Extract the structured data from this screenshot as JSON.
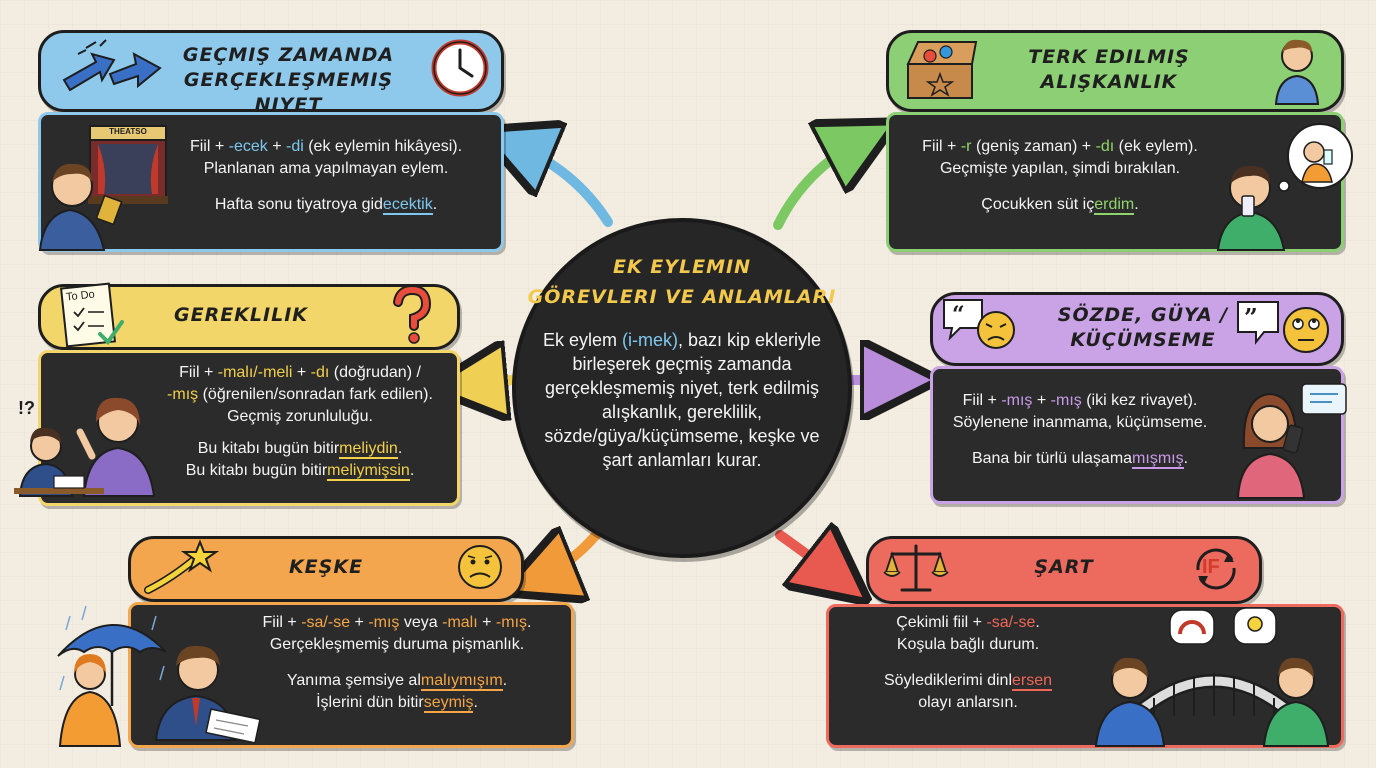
{
  "center": {
    "title": "EK EYLEMIN\nGÖREVLERI VE ANLAMLARI",
    "body_pre": "Ek eylem ",
    "body_hl": "(i-mek)",
    "body_post": ", bazı kip ekleriyle birleşerek geçmiş zamanda gerçekleşmemiş niyet, terk edilmiş alışkanlık, gereklilik, sözde/güya/küçümseme, keşke ve şart anlamları kurar."
  },
  "colors": {
    "blue": "#8ec9ec",
    "green": "#8ccf74",
    "yellow": "#f3d66a",
    "purple": "#c9a3e6",
    "orange": "#f3a64d",
    "red": "#ec6a5e"
  },
  "boxes": {
    "niyet": {
      "title": "GEÇMIŞ ZAMANDA\nGERÇEKLEŞMEMIŞ NIYET",
      "l1": [
        "Fiil + ",
        "-ecek",
        " + ",
        "-di",
        " (ek eylemin hikâyesi)."
      ],
      "l2": "Planlanan ama yapılmayan eylem.",
      "ex": [
        "Hafta sonu tiyatroya gid",
        "ecektik",
        "."
      ],
      "sign": "THEATSO"
    },
    "aliskanlik": {
      "title": "TERK EDILMIŞ\nALIŞKANLIK",
      "l1": [
        "Fiil + ",
        "-r",
        " (geniş zaman) + ",
        "-dı",
        " (ek eylem)."
      ],
      "l2": "Geçmişte yapılan, şimdi bırakılan.",
      "ex": [
        "Çocukken süt iç",
        "erdim",
        "."
      ]
    },
    "gereklilik": {
      "title": "GEREKLILIK",
      "l1": [
        "Fiil + ",
        "-malı/-meli",
        " + ",
        "-dı",
        " (doğrudan) /"
      ],
      "l2": [
        "-mış",
        " (öğrenilen/sonradan fark edilen)."
      ],
      "l3": "Geçmiş zorunluluğu.",
      "ex1": [
        "Bu kitabı bugün bitir",
        "meliydin",
        "."
      ],
      "ex2": [
        "Bu kitabı bugün bitir",
        "meliymişsin",
        "."
      ],
      "note": "To Do",
      "exclaim": "!?"
    },
    "sozde": {
      "title": "SÖZDE, GÜYA /\nKÜÇÜMSEME",
      "l1": [
        "Fiil + ",
        "-mış",
        " + ",
        "-mış",
        " (iki kez rivayet)."
      ],
      "l2": "Söylenene inanmama, küçümseme.",
      "ex": [
        "Bana bir türlü ulaşama",
        "mışmış",
        "."
      ]
    },
    "keske": {
      "title": "KEŞKE",
      "l1": [
        "Fiil + ",
        "-sa/-se",
        " + ",
        "-mış",
        " veya ",
        "-malı",
        " + ",
        "-mış",
        "."
      ],
      "l2": "Gerçekleşmemiş duruma pişmanlık.",
      "ex1": [
        "Yanıma şemsiye al",
        "malıymışım",
        "."
      ],
      "ex2": [
        "İşlerini dün bitir",
        "seymiş",
        "."
      ]
    },
    "sart": {
      "title": "ŞART",
      "l1": [
        "Çekimli fiil + ",
        "-sa/-se",
        "."
      ],
      "l2": "Koşula bağlı durum.",
      "ex1": [
        "Söylediklerimi dinl",
        "ersen"
      ],
      "ex2": "olayı anlarsın.",
      "icon": "IF"
    }
  }
}
